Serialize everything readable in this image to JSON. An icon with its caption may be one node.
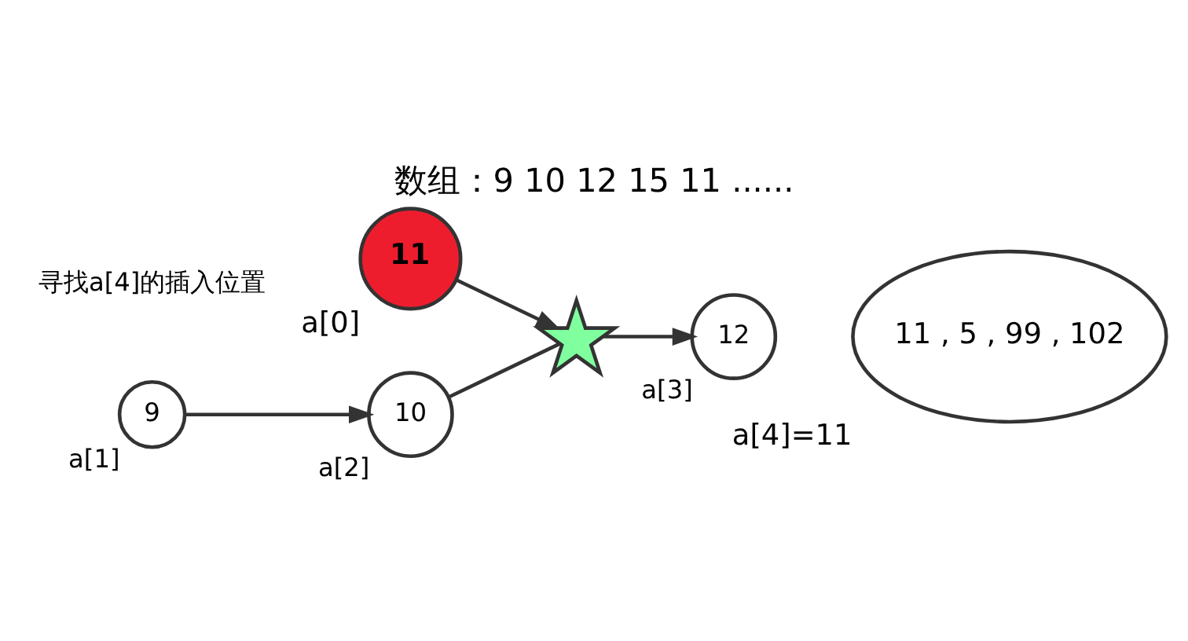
{
  "diagram": {
    "title": "数组：9 10 12 15 11 ......",
    "nodes": [
      {
        "text": [
          "11"
        ],
        "beside": [
          "a[0]"
        ]
      },
      {
        "text": [
          "12"
        ],
        "beside": [
          "a[3]"
        ]
      },
      {
        "text": [
          "11 , 5 , 99 , 102"
        ],
        "beside": [
          "a[4]=11"
        ]
      },
      {
        "text": [],
        "shape": "star"
      },
      {
        "text": [
          "10"
        ],
        "beside": [
          "a[2]"
        ]
      },
      {
        "text": [
          "9"
        ],
        "beside": [
          "a[1]"
        ]
      }
    ],
    "edges": [
      {
        "from": 0,
        "to": 3,
        "arrow": "to"
      },
      {
        "from": 3,
        "to": 1,
        "arrow": "to"
      },
      {
        "from": 5,
        "to": 4,
        "arrow": "to"
      },
      {
        "from": 4,
        "to": 3,
        "arrow": "none"
      }
    ],
    "labels": [
      "寻找a[4]的插入位置"
    ]
  }
}
